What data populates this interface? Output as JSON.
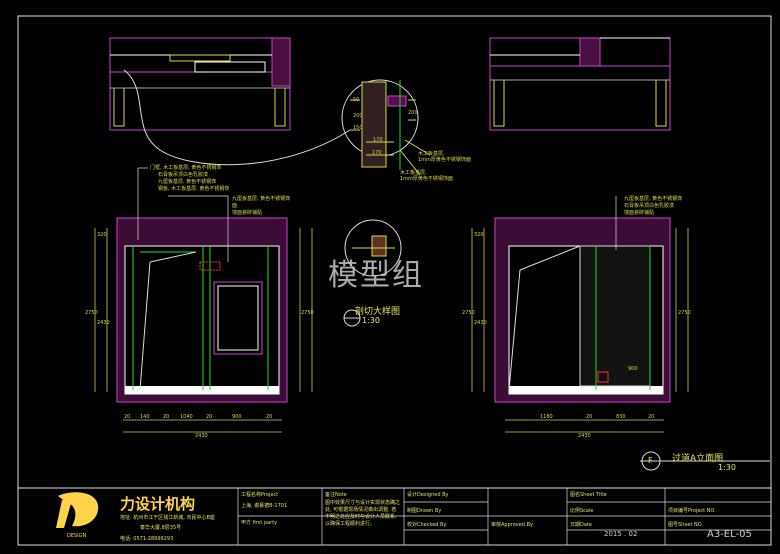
{
  "watermark": "模型组",
  "section_title": "剖切大样图",
  "section_scale": "1:30",
  "elevation_title": "过道A立面图",
  "elevation_scale": "1:30",
  "elevation_marker": "F",
  "detail_notes": [
    "木工板基层,",
    "1mm厚黄色不锈钢饰面",
    "木工板基层,",
    "1mm厚黄色不锈钢饰面"
  ],
  "left_callouts": [
    "门框, 木工板基层, 黄色不锈钢饰",
    "石膏板吊顶白色乳胶漆",
    "九厘板基层, 黄色不锈钢饰",
    "钢板, 木工板基层, 黄色不锈钢饰",
    "九厘板基层, 黄色不锈钢饰",
    "面",
    "墙面瓷砖铺贴"
  ],
  "right_callouts": [
    "九厘板基层, 黄色不锈钢饰",
    "石膏板吊顶白色乳胶漆",
    "墙面瓷砖铺贴"
  ],
  "left_dims": {
    "top": [
      "20",
      "140",
      "20",
      "1040",
      "20",
      "900",
      "20"
    ],
    "total": "2430",
    "heights": [
      "320",
      "2750",
      "2430",
      "2750"
    ]
  },
  "right_dims": {
    "top": [
      "1180",
      "20",
      "830",
      "20"
    ],
    "total": "2430",
    "heights": [
      "320",
      "2750",
      "2430",
      "2750"
    ],
    "inner": "900"
  },
  "detail_dims": [
    "50",
    "200",
    "170",
    "200",
    "170",
    "150"
  ],
  "title_block": {
    "company": "力设计机构",
    "logo_text": "DESIGN",
    "address": "地址: 杭州市江干区钱江新城, 市民中心B座",
    "address2": "泰华大厦,8层35号",
    "phone": "电话: 0571-28999293",
    "project_label": "工程名称Project",
    "project_value": "上海, 谢慕德B-1701",
    "party_label": "甲方 first party",
    "note_label": "备注Note",
    "note_text": "图中效果尺寸与设计实现状态确之处, 可根据现场情况做出调整, 若不明之处应及时与设计人员联系, 以确保工程顺利进行。",
    "design_label": "设计Designed By",
    "drawn_label": "制图Drawn By",
    "checked_label": "校对Checked By",
    "approved_label": "审核Approved By",
    "sheet_title_label": "图名Sheet Title",
    "scale_label": "比例Scale",
    "date_label": "日期Date",
    "date_value": "2015 . 02",
    "project_no_label": "项目编号Project NO.",
    "sheet_no_label": "图号Sheet NO.",
    "sheet_no_value": "A3-EL-05"
  },
  "colors": {
    "frame": "#ffffff",
    "wall": "#cc44cc",
    "dims": "#d0d040",
    "green": "#22dd22",
    "red": "#ff3030",
    "text": "#e8e860"
  }
}
